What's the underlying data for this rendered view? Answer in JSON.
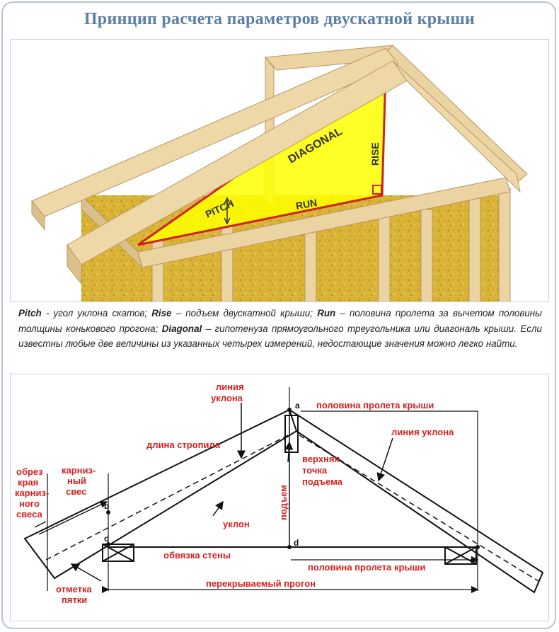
{
  "title": "Принцип расчета параметров двускатной крыши",
  "top_diagram": {
    "labels": {
      "diagonal": "DIAGONAL",
      "rise": "RISE",
      "pitch": "PITCH",
      "run": "RUN"
    }
  },
  "caption": {
    "pitch_term": "Pitch",
    "pitch_text": " - угол уклона скатов; ",
    "rise_term": "Rise",
    "rise_text": " – подъем двускатной крыши; ",
    "run_term": "Run",
    "run_text": " – половина пролета за вычетом половины толщины конькового прогона; ",
    "diagonal_term": "Diagonal",
    "diagonal_text": " – гипотенуза прямоугольного треугольника или диагональ крыши. Если известны любые две величины из указанных четырех измерений, недостающие значения можно легко найти."
  },
  "bottom_diagram": {
    "labels": {
      "slope_line_top_1": "линия",
      "slope_line_top_2": "уклона",
      "half_span_top": "половина пролета крыши",
      "rafter_length": "длина стропила",
      "slope_line_right": "линия уклона",
      "overhang_1": "карниз-",
      "overhang_2": "ный",
      "overhang_3": "свес",
      "cut_1": "обрез",
      "cut_2": "края",
      "cut_3": "карниз-",
      "cut_4": "ного",
      "cut_5": "свеса",
      "top_point_1": "верхняя",
      "top_point_2": "точка",
      "top_point_3": "подъема",
      "rise": "подъем",
      "pitch": "уклон",
      "wall_plate": "обвязка стены",
      "half_span_bottom": "половина пролета крыши",
      "heel_1": "отметка",
      "heel_2": "пятки",
      "span": "перекрываемый прогон",
      "point_a": "a",
      "point_b": "b",
      "point_c": "c",
      "point_d": "d"
    }
  },
  "colors": {
    "title": "#5b7fa6",
    "label_red": "#d42020",
    "wood": "#ecd3a2",
    "insulation": "#d9b437",
    "triangle_fill": "#ffff00",
    "triangle_edge": "#cc2222"
  }
}
